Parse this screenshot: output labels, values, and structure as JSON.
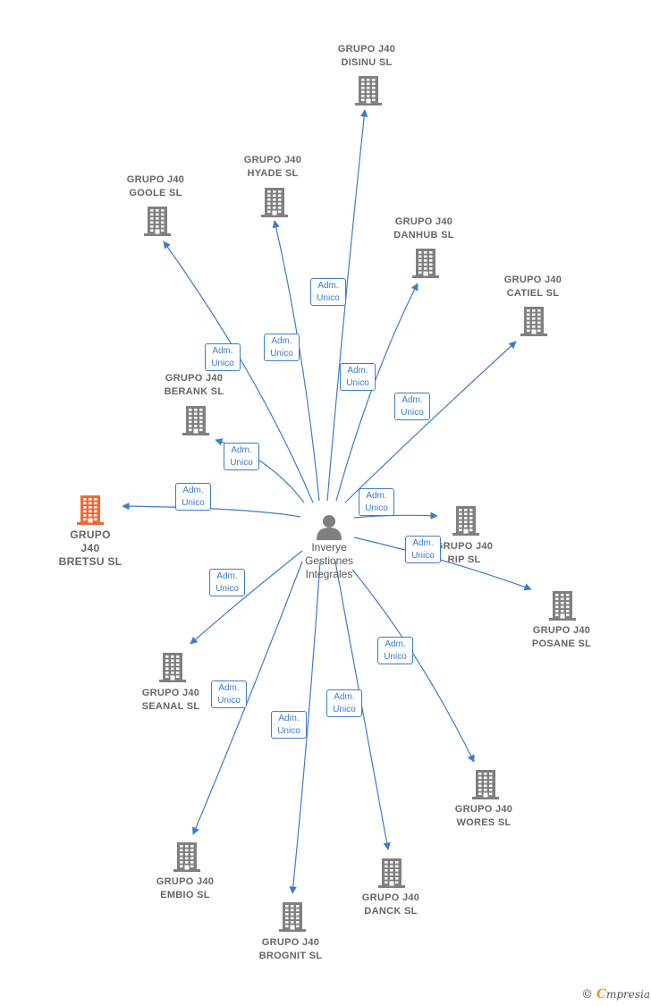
{
  "colors": {
    "edge": "#3d7cc9",
    "building": "#808080",
    "building_highlight": "#f06a35",
    "person": "#808080"
  },
  "person": {
    "icon": "person-icon",
    "label": "Inverye\nGestiones\nIntegrales"
  },
  "companies": [
    {
      "id": "disinu",
      "label": "GRUPO J40\nDISINU  SL",
      "icon": "building-icon",
      "highlight": false
    },
    {
      "id": "hyade",
      "label": "GRUPO J40\nHYADE  SL",
      "icon": "building-icon",
      "highlight": false
    },
    {
      "id": "goole",
      "label": "GRUPO J40\nGOOLE  SL",
      "icon": "building-icon",
      "highlight": false
    },
    {
      "id": "danhub",
      "label": "GRUPO J40\nDANHUB  SL",
      "icon": "building-icon",
      "highlight": false
    },
    {
      "id": "catiel",
      "label": "GRUPO J40\nCATIEL  SL",
      "icon": "building-icon",
      "highlight": false
    },
    {
      "id": "berank",
      "label": "GRUPO J40\nBERANK  SL",
      "icon": "building-icon",
      "highlight": false
    },
    {
      "id": "bretsu",
      "label": "GRUPO\nJ40\nBRETSU  SL",
      "icon": "building-icon",
      "highlight": true
    },
    {
      "id": "rip",
      "label": "GRUPO J40\nRIP  SL",
      "icon": "building-icon",
      "highlight": false
    },
    {
      "id": "posane",
      "label": "GRUPO J40\nPOSANE  SL",
      "icon": "building-icon",
      "highlight": false
    },
    {
      "id": "seanal",
      "label": "GRUPO J40\nSEANAL  SL",
      "icon": "building-icon",
      "highlight": false
    },
    {
      "id": "wores",
      "label": "GRUPO J40\nWORES  SL",
      "icon": "building-icon",
      "highlight": false
    },
    {
      "id": "embio",
      "label": "GRUPO J40\nEMBIO  SL",
      "icon": "building-icon",
      "highlight": false
    },
    {
      "id": "danck",
      "label": "GRUPO J40\nDANCK  SL",
      "icon": "building-icon",
      "highlight": false
    },
    {
      "id": "brognit",
      "label": "GRUPO J40\nBROGNIT  SL",
      "icon": "building-icon",
      "highlight": false
    }
  ],
  "relations": [
    {
      "to": "disinu",
      "label": "Adm.\nUnico"
    },
    {
      "to": "hyade",
      "label": "Adm.\nUnico"
    },
    {
      "to": "goole",
      "label": "Adm.\nUnico"
    },
    {
      "to": "danhub",
      "label": "Adm.\nUnico"
    },
    {
      "to": "catiel",
      "label": "Adm.\nUnico"
    },
    {
      "to": "berank",
      "label": "Adm.\nUnico"
    },
    {
      "to": "bretsu",
      "label": "Adm.\nUnico"
    },
    {
      "to": "rip",
      "label": "Adm.\nUnico"
    },
    {
      "to": "posane",
      "label": "Adm.\nUnico"
    },
    {
      "to": "seanal",
      "label": "Adm.\nUnico"
    },
    {
      "to": "wores",
      "label": "Adm.\nUnico"
    },
    {
      "to": "embio",
      "label": "Adm.\nUnico"
    },
    {
      "to": "danck",
      "label": "Adm.\nUnico"
    },
    {
      "to": "brognit",
      "label": "Adm.\nUnico"
    }
  ],
  "footer": {
    "copyright_symbol": "©",
    "brand_initial": "C",
    "brand_rest": "mpresia"
  }
}
